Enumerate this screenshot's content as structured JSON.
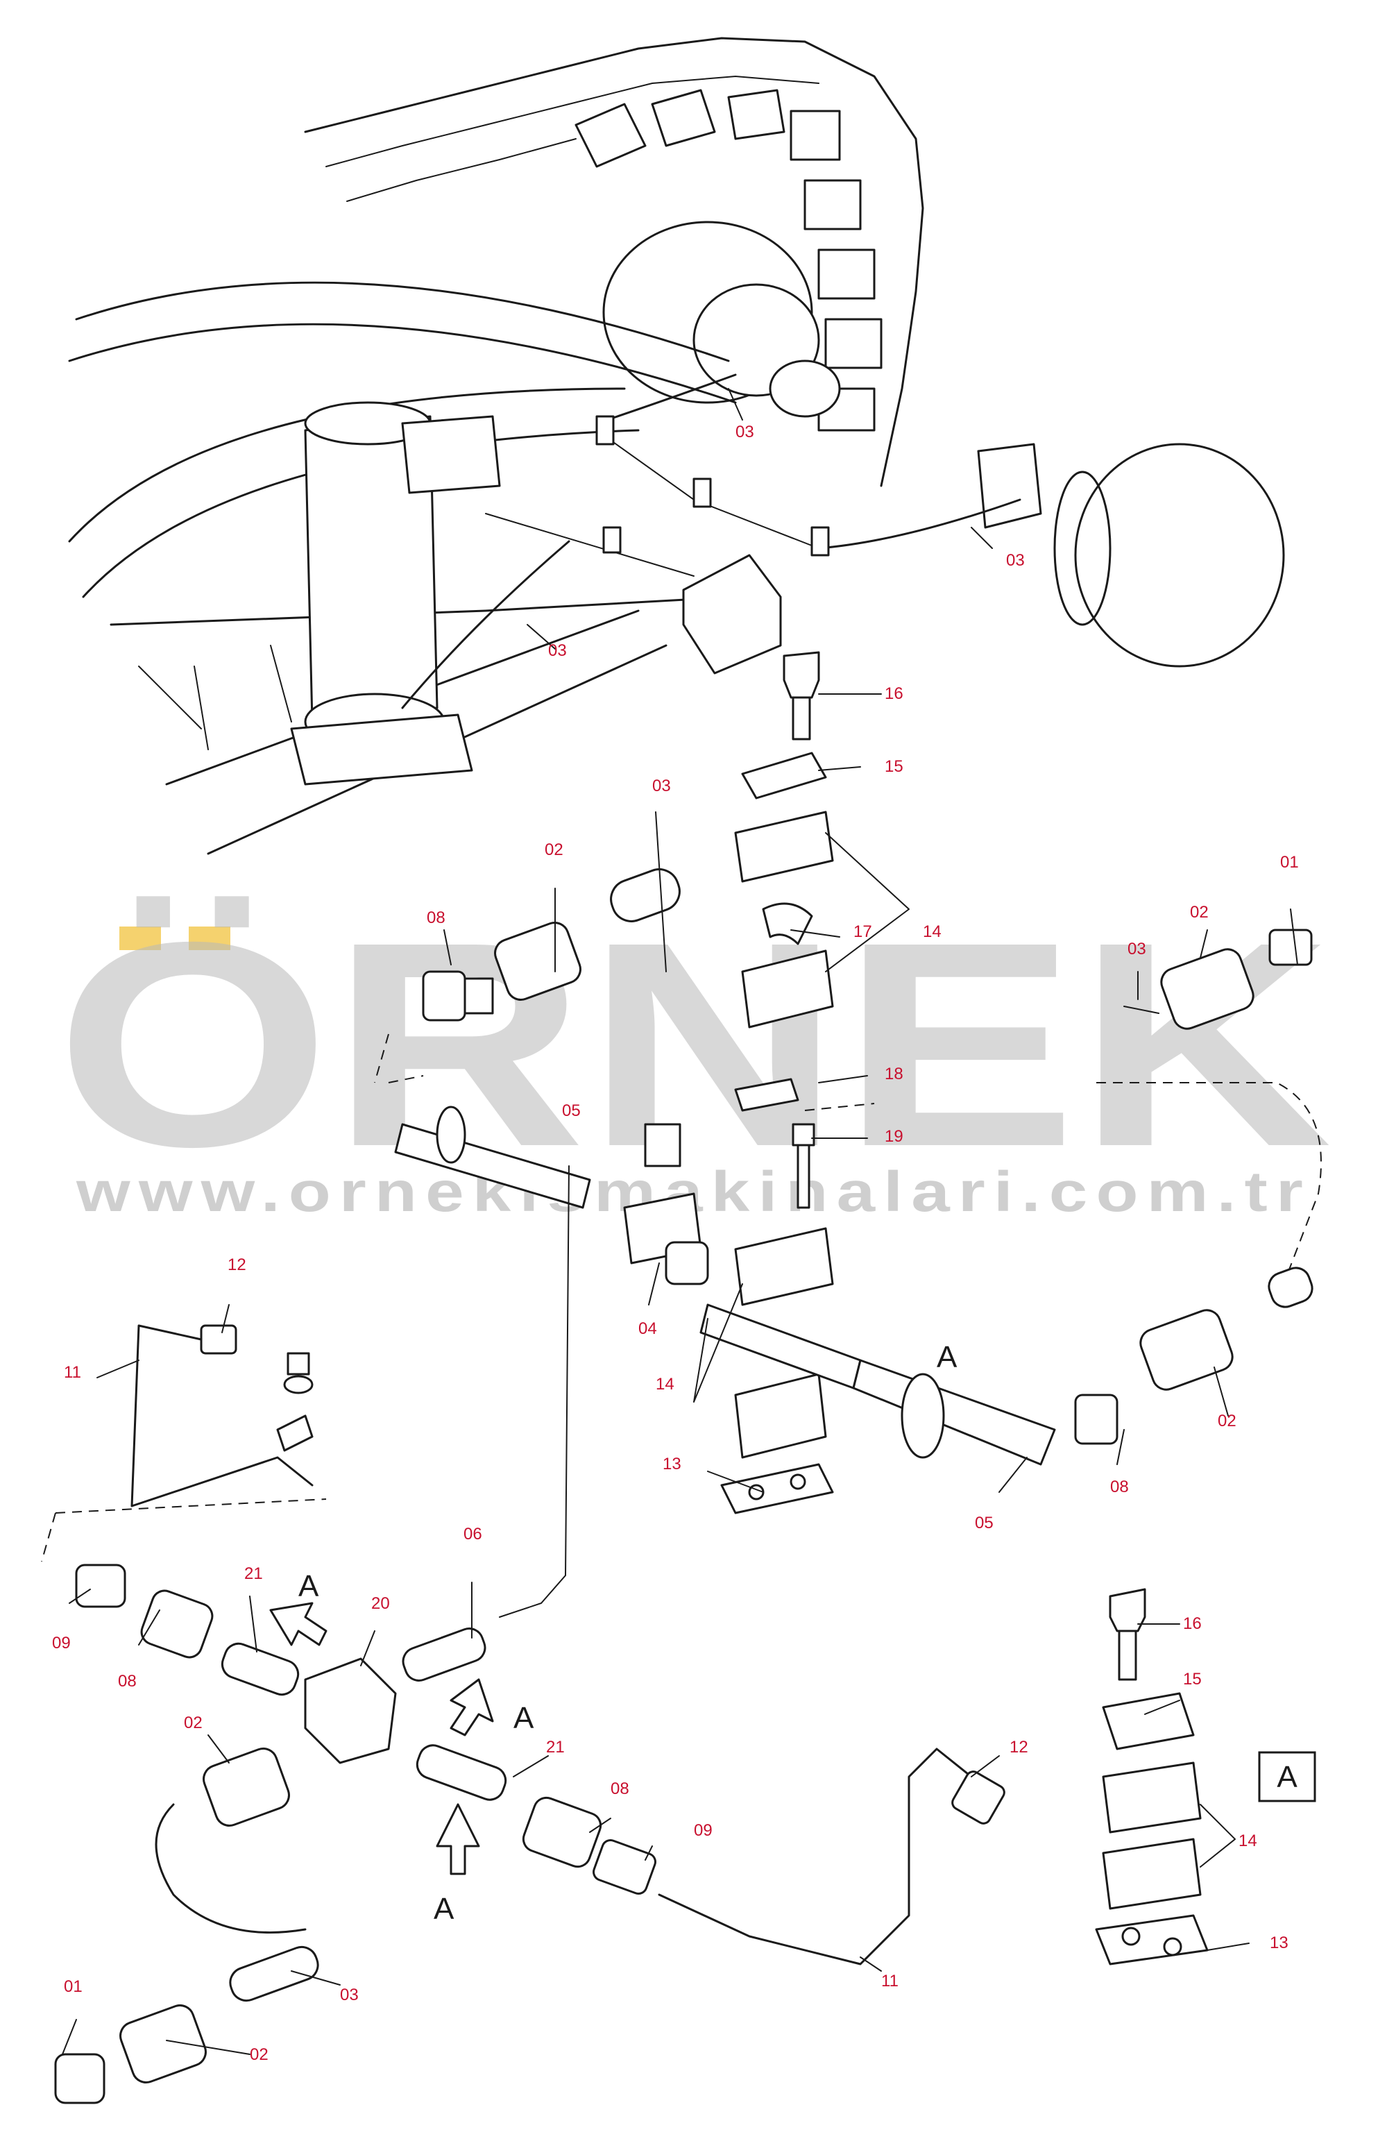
{
  "watermark": {
    "brand": "ÖRNEK",
    "website": "www.ornekismakinalari.com.tr",
    "accent_color": "#f2c74a"
  },
  "callouts": {
    "c01a": "01",
    "c01b": "01",
    "c02a": "02",
    "c02b": "02",
    "c02c": "02",
    "c02d": "02",
    "c02e": "02",
    "c03a": "03",
    "c03b": "03",
    "c03c": "03",
    "c03d": "03",
    "c03e": "03",
    "c03f": "03",
    "c04": "04",
    "c05a": "05",
    "c05b": "05",
    "c06": "06",
    "c08a": "08",
    "c08b": "08",
    "c08c": "08",
    "c08d": "08",
    "c09a": "09",
    "c09b": "09",
    "c11a": "11",
    "c11b": "11",
    "c12a": "12",
    "c12b": "12",
    "c13a": "13",
    "c13b": "13",
    "c14a": "14",
    "c14b": "14",
    "c14c": "14",
    "c15a": "15",
    "c15b": "15",
    "c16a": "16",
    "c16b": "16",
    "c17": "17",
    "c18": "18",
    "c19": "19",
    "c20": "20",
    "c21a": "21",
    "c21b": "21"
  },
  "view_markers": {
    "a1": "A",
    "a2": "A",
    "a3": "A",
    "a4": "A",
    "box": "A"
  }
}
